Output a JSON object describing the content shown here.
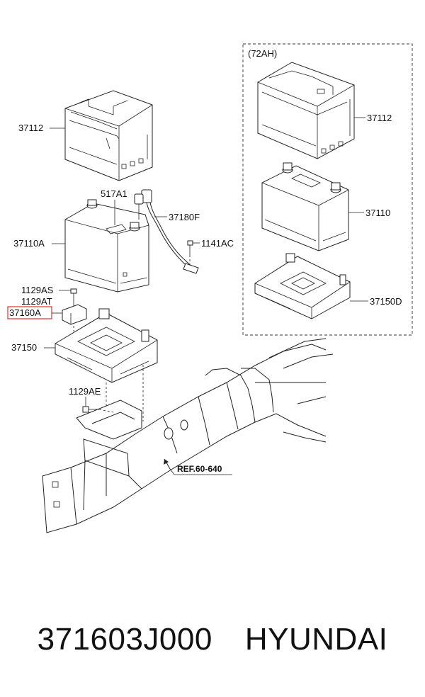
{
  "labels": {
    "box_left": "37112",
    "terminal": "517A1",
    "cable": "37180F",
    "battery_left": "37110A",
    "bolt_cable": "1141AC",
    "bolt_as": "1129AS",
    "bolt_at": "1129AT",
    "clamp": "37160A",
    "tray_left": "37150",
    "bolt_ae": "1129AE",
    "ref": "REF.60-640",
    "capacity": "(72AH)",
    "box_right": "37112",
    "battery_right": "37110",
    "tray_right": "37150D"
  },
  "highlight_color": "#e03030",
  "caption": {
    "part_number": "371603J000",
    "brand": "HYUNDAI"
  }
}
